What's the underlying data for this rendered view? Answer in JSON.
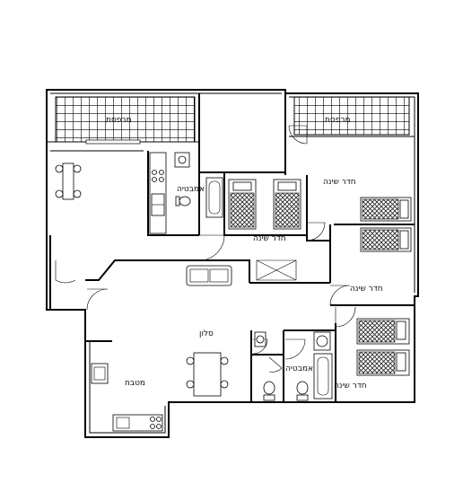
{
  "rooms": {
    "balcony_left": "מרפסת",
    "balcony_right": "מרפסת",
    "bath_top": "אמבטיה",
    "bedroom_center": "חדר שינה",
    "bedroom_right_top": "חדר שינה",
    "bedroom_right_middle": "חדר שינה",
    "living": "סלון",
    "bath_bottom": "אמבטיה",
    "bedroom_right_bottom": "חדר שינה",
    "kitchen": "מטבח"
  },
  "colors": {
    "wall": "#000000",
    "background": "#ffffff"
  }
}
